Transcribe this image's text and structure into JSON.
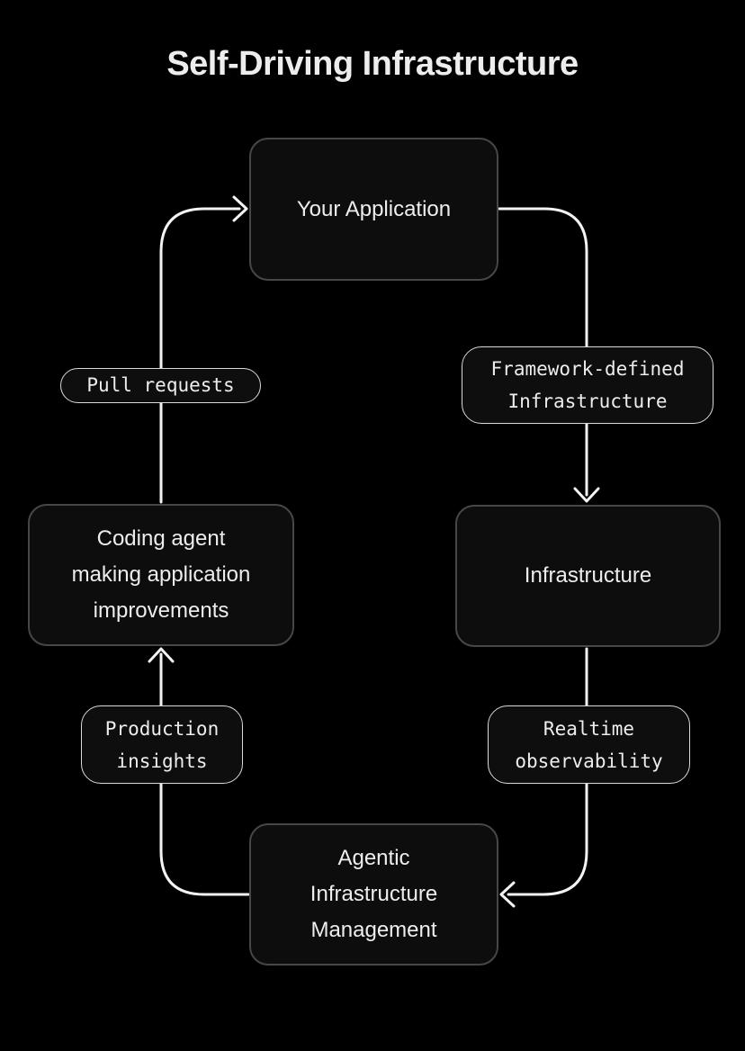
{
  "title": "Self-Driving Infrastructure",
  "nodes": {
    "your_application": {
      "label": "Your Application"
    },
    "infrastructure": {
      "label": "Infrastructure"
    },
    "agentic_infrastructure_management": {
      "lines": [
        "Agentic",
        "Infrastructure",
        "Management"
      ]
    },
    "coding_agent": {
      "lines": [
        "Coding agent",
        "making application",
        "improvements"
      ]
    }
  },
  "edge_labels": {
    "pull_requests": {
      "label": "Pull requests"
    },
    "framework_defined_infrastructure": {
      "lines": [
        "Framework-defined",
        "Infrastructure"
      ]
    },
    "realtime_observability": {
      "lines": [
        "Realtime",
        "observability"
      ]
    },
    "production_insights": {
      "lines": [
        "Production",
        "insights"
      ]
    }
  },
  "colors": {
    "background": "#000000",
    "node_fill": "#0d0d0d",
    "node_border": "#474747",
    "edge_label_fill": "#0e0e0e",
    "edge_label_border": "#d9d9d9",
    "text": "#ededed",
    "connector": "#f3f3f3"
  }
}
